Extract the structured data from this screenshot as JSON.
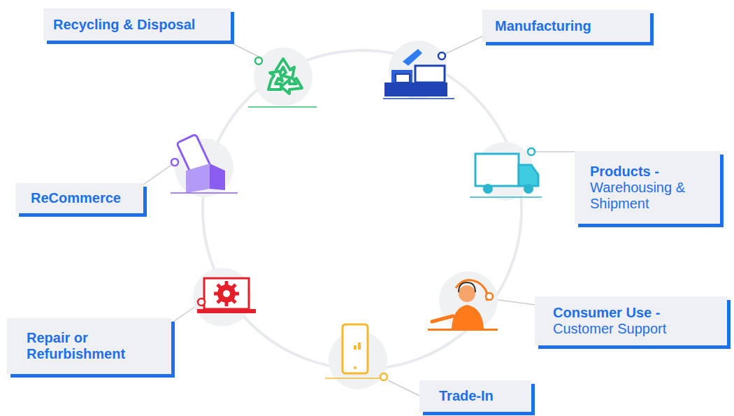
{
  "diagram": {
    "nodes": [
      {
        "text": [
          "Manufacturing"
        ]
      },
      {
        "text": [
          "Products -",
          "Warehousing & Shipment"
        ]
      },
      {
        "text": [
          "Consumer Use -",
          "Customer Support"
        ]
      },
      {
        "text": [
          "Trade-In"
        ]
      },
      {
        "text": [
          "Repair or Refurbishment"
        ]
      },
      {
        "text": [
          "ReCommerce"
        ]
      },
      {
        "text": [
          "Recycling & Disposal"
        ]
      }
    ]
  }
}
